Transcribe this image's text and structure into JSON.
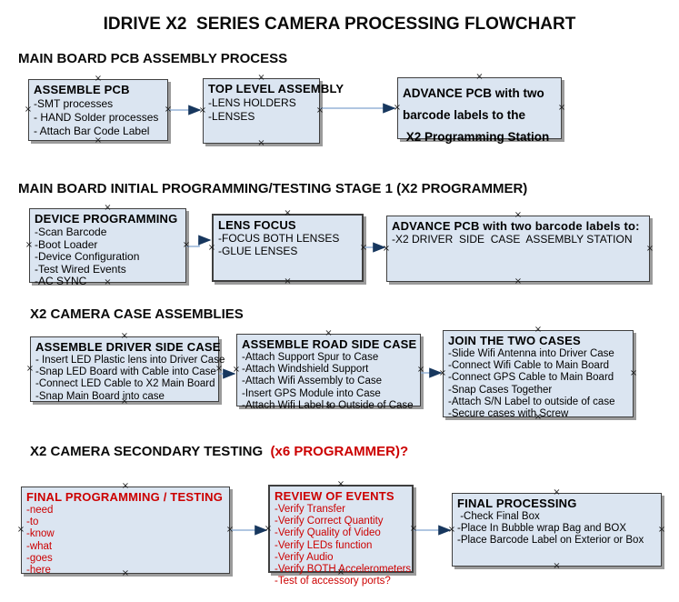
{
  "title": "IDRIVE X2  SERIES CAMERA PROCESSING FLOWCHART",
  "colors": {
    "box_fill": "#DBE5F1",
    "box_border": "#3F3F3F",
    "red_text": "#CC0000",
    "arrow_line": "#95B3D7",
    "arrow_head": "#17375E",
    "shadow": "#9B9B9B"
  },
  "sections": [
    {
      "heading": "MAIN BOARD PCB ASSEMBLY PROCESS",
      "heading_red": "",
      "boxes": [
        {
          "title": "ASSEMBLE PCB",
          "lines": [
            "-SMT processes",
            "- HAND Solder processes",
            "- Attach Bar Code Label"
          ]
        },
        {
          "title": "TOP LEVEL ASSEMBLY",
          "lines": [
            "-LENS HOLDERS",
            "-LENSES"
          ]
        },
        {
          "title": "",
          "lines": [
            "ADVANCE PCB with two",
            "barcode labels to the",
            " X2 Programming Station"
          ]
        }
      ]
    },
    {
      "heading": "MAIN BOARD INITIAL PROGRAMMING/TESTING STAGE 1 (X2 PROGRAMMER)",
      "heading_red": "",
      "boxes": [
        {
          "title": "DEVICE PROGRAMMING",
          "lines": [
            "-Scan Barcode",
            "-Boot Loader",
            "-Device Configuration",
            "-Test Wired Events",
            "-AC SYNC"
          ]
        },
        {
          "title": "LENS FOCUS",
          "lines": [
            "-FOCUS BOTH LENSES",
            "-GLUE LENSES"
          ]
        },
        {
          "title": "ADVANCE PCB with two barcode labels to:",
          "lines": [
            "-X2 DRIVER  SIDE  CASE  ASSEMBLY STATION"
          ]
        }
      ]
    },
    {
      "heading": "X2 CAMERA CASE ASSEMBLIES",
      "heading_red": "",
      "boxes": [
        {
          "title": "ASSEMBLE DRIVER SIDE CASE",
          "lines": [
            "- Insert LED Plastic lens into Driver Case",
            "-Snap LED Board with Cable into Case",
            "-Connect LED Cable to X2 Main Board",
            "-Snap Main Board into case"
          ]
        },
        {
          "title": "ASSEMBLE ROAD SIDE CASE",
          "lines": [
            "-Attach Support Spur to Case",
            "-Attach Windshield Support",
            "-Attach Wifi Assembly to Case",
            "-Insert GPS Module into Case",
            "-Attach Wifi Label to Outside of Case"
          ]
        },
        {
          "title": "JOIN THE TWO CASES",
          "lines": [
            "-Slide Wifi Antenna into Driver Case",
            "-Connect Wifi Cable to Main Board",
            "-Connect GPS Cable to Main Board",
            "-Snap Cases Together",
            "-Attach S/N Label to outside of case",
            "-Secure cases with Screw"
          ]
        }
      ]
    },
    {
      "heading": "X2 CAMERA SECONDARY TESTING  ",
      "heading_red": "(x6 PROGRAMMER)?",
      "boxes": [
        {
          "title": "FINAL PROGRAMMING / TESTING",
          "lines": [
            "-need",
            "-to",
            "-know",
            "-what",
            "-goes",
            "-here"
          ]
        },
        {
          "title": "REVIEW OF EVENTS",
          "lines": [
            "-Verify Transfer",
            "-Verify Correct Quantity",
            "-Verify Quality of Video",
            "-Verify LEDs function",
            "-Verify Audio",
            "-Verify BOTH Accelerometers",
            "-Test of accessory ports?"
          ]
        },
        {
          "title": "FINAL PROCESSING",
          "lines": [
            " -Check Final Box",
            "-Place In Bubble wrap Bag and BOX",
            "-Place Barcode Label on Exterior or Box"
          ]
        }
      ]
    }
  ]
}
